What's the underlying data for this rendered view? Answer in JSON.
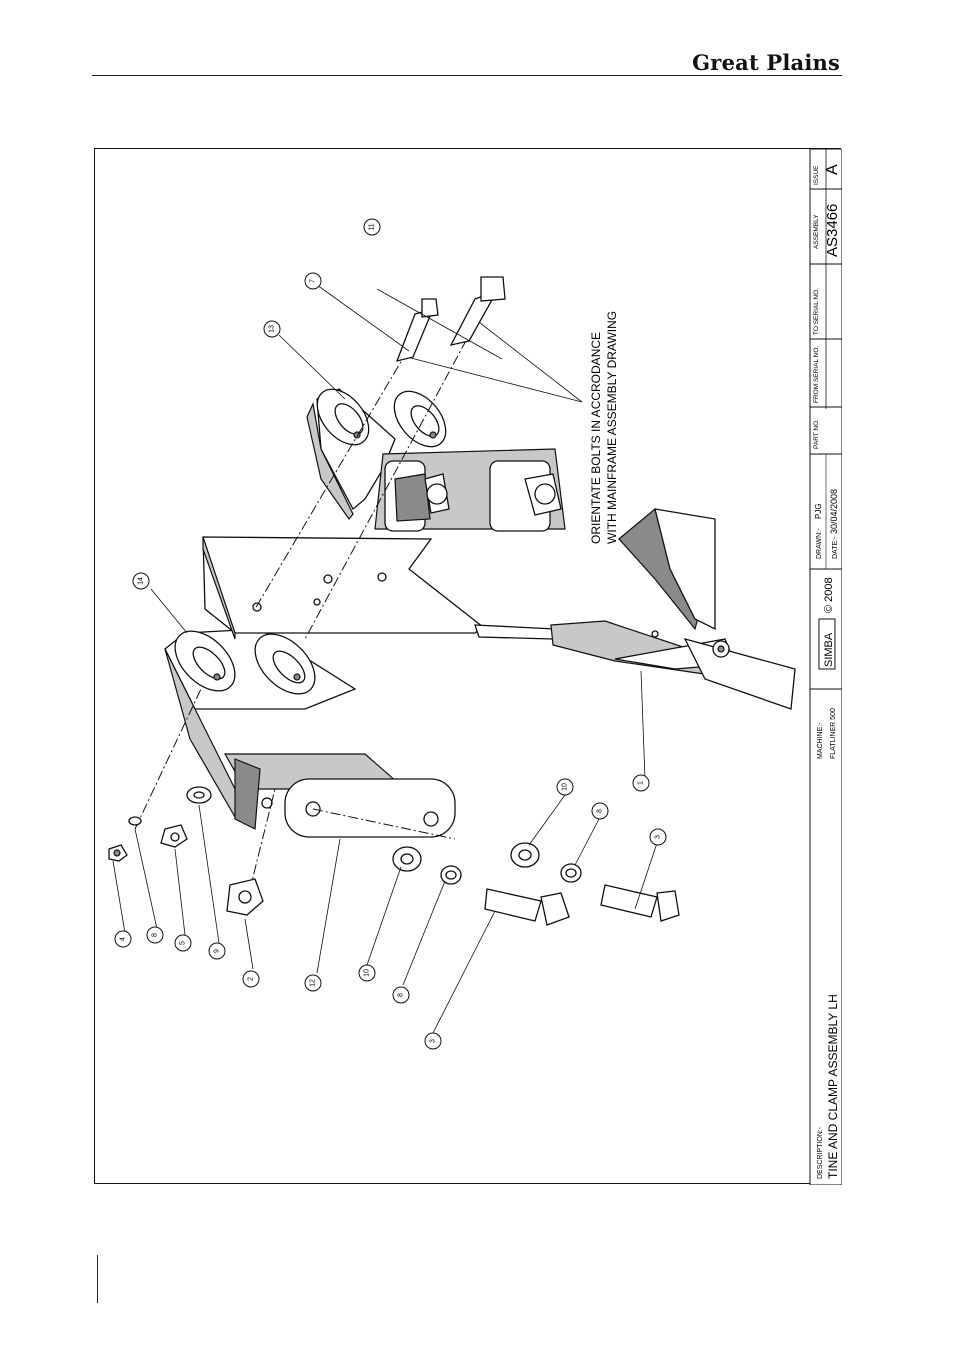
{
  "header": {
    "brand": "Great Plains"
  },
  "title_block": {
    "description_label": "DESCRIPTION:-",
    "description_value": "TINE AND CLAMP ASSEMBLY LH",
    "machine_label": "MACHINE:-",
    "machine_value": "FLATLINER 500",
    "logo_text": "SIMBA",
    "copyright": "© 2008",
    "drawn_label": "DRAWN:-",
    "drawn_value": "PJG",
    "date_label": "DATE:-",
    "date_value": "30/04/2008",
    "part_no_label": "PART NO.",
    "from_serial_label": "FROM SERIAL NO.",
    "to_serial_label": "TO SERIAL NO.",
    "assembly_label": "ASSEMBLY",
    "assembly_value": "AS3466",
    "issue_label": "ISSUE",
    "issue_value": "A"
  },
  "note": {
    "line1": "ORIENTATE BOLTS IN ACCRODANCE",
    "line2": "WITH MAINFRAME ASSEMBLY DRAWING"
  },
  "balloons": {
    "b1": "1",
    "b2": "2",
    "b3a": "3",
    "b3b": "3",
    "b4": "4",
    "b5": "5",
    "b7": "7",
    "b8a": "8",
    "b8b": "8",
    "b8c": "8",
    "b9": "9",
    "b10a": "10",
    "b10b": "10",
    "b11": "11",
    "b12": "12",
    "b13": "13",
    "b14": "14"
  }
}
